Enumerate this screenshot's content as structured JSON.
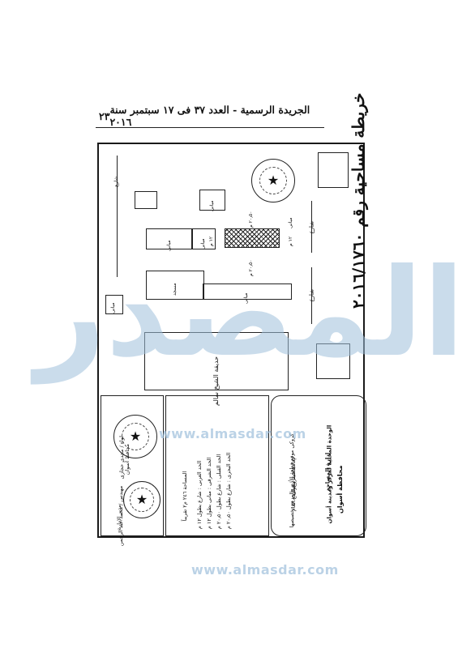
{
  "header": {
    "title": "الجريدة الرسمية - العدد ٣٧ فى ١٧ سبتمبر سنة ٢٠١٦",
    "page_number": "٢٣"
  },
  "map": {
    "site_title": "خريطة مساحية رقم ٢٠١٦/١٧٦٠",
    "plot_labels": [
      "مبانى",
      "مبانى",
      "مبانى",
      "مبانى",
      "مبانى"
    ],
    "east_label": "مبانى",
    "road_labels": [
      "شارع",
      "شارع",
      "شارع"
    ],
    "left_road": "شارع",
    "school_label": "حديقة الشيخ سالم",
    "mosque_label": "مسجد",
    "dimension_labels": [
      "٢٠٫٥٠ م",
      "٢٠٫٥٠ م",
      "١٢ م",
      "١٢ م"
    ]
  },
  "legend": {
    "governorate": "محافظة أسوان",
    "unit": "الوحدة المحلية لمركز ومدينة أسوان",
    "department": "إدارة المساحة",
    "line1": "كروكى موقع قطعة الأرض المزمع تخصيصها",
    "line2": "لإقامة مشروع للنفع العام",
    "line3": "بناحية أسوان"
  },
  "boundaries": [
    {
      "side": "الحد البحرى",
      "value": "شارع بطول ٢٠٫٥٠ م"
    },
    {
      "side": "الحد القبلى",
      "value": "شارع بطول ٢٠٫٥٠ م"
    },
    {
      "side": "الحد الشرقى",
      "value": "مبانى بطول ١٢ م"
    },
    {
      "side": "الحد الغربى",
      "value": "شارع بطول ١٢ م"
    }
  ],
  "area_text": "المساحة ٢٤٦ م٢ تقريباً",
  "signatures": {
    "left_title": "محافظ أسوان",
    "left_name": "لواء / مجدى حجازى",
    "mid_title": "مدير الإدارة",
    "mid_name": "مهندس / محمد عبد الرحمن"
  },
  "watermark": {
    "text": "المصدر",
    "url": "www.almasdar.com"
  }
}
